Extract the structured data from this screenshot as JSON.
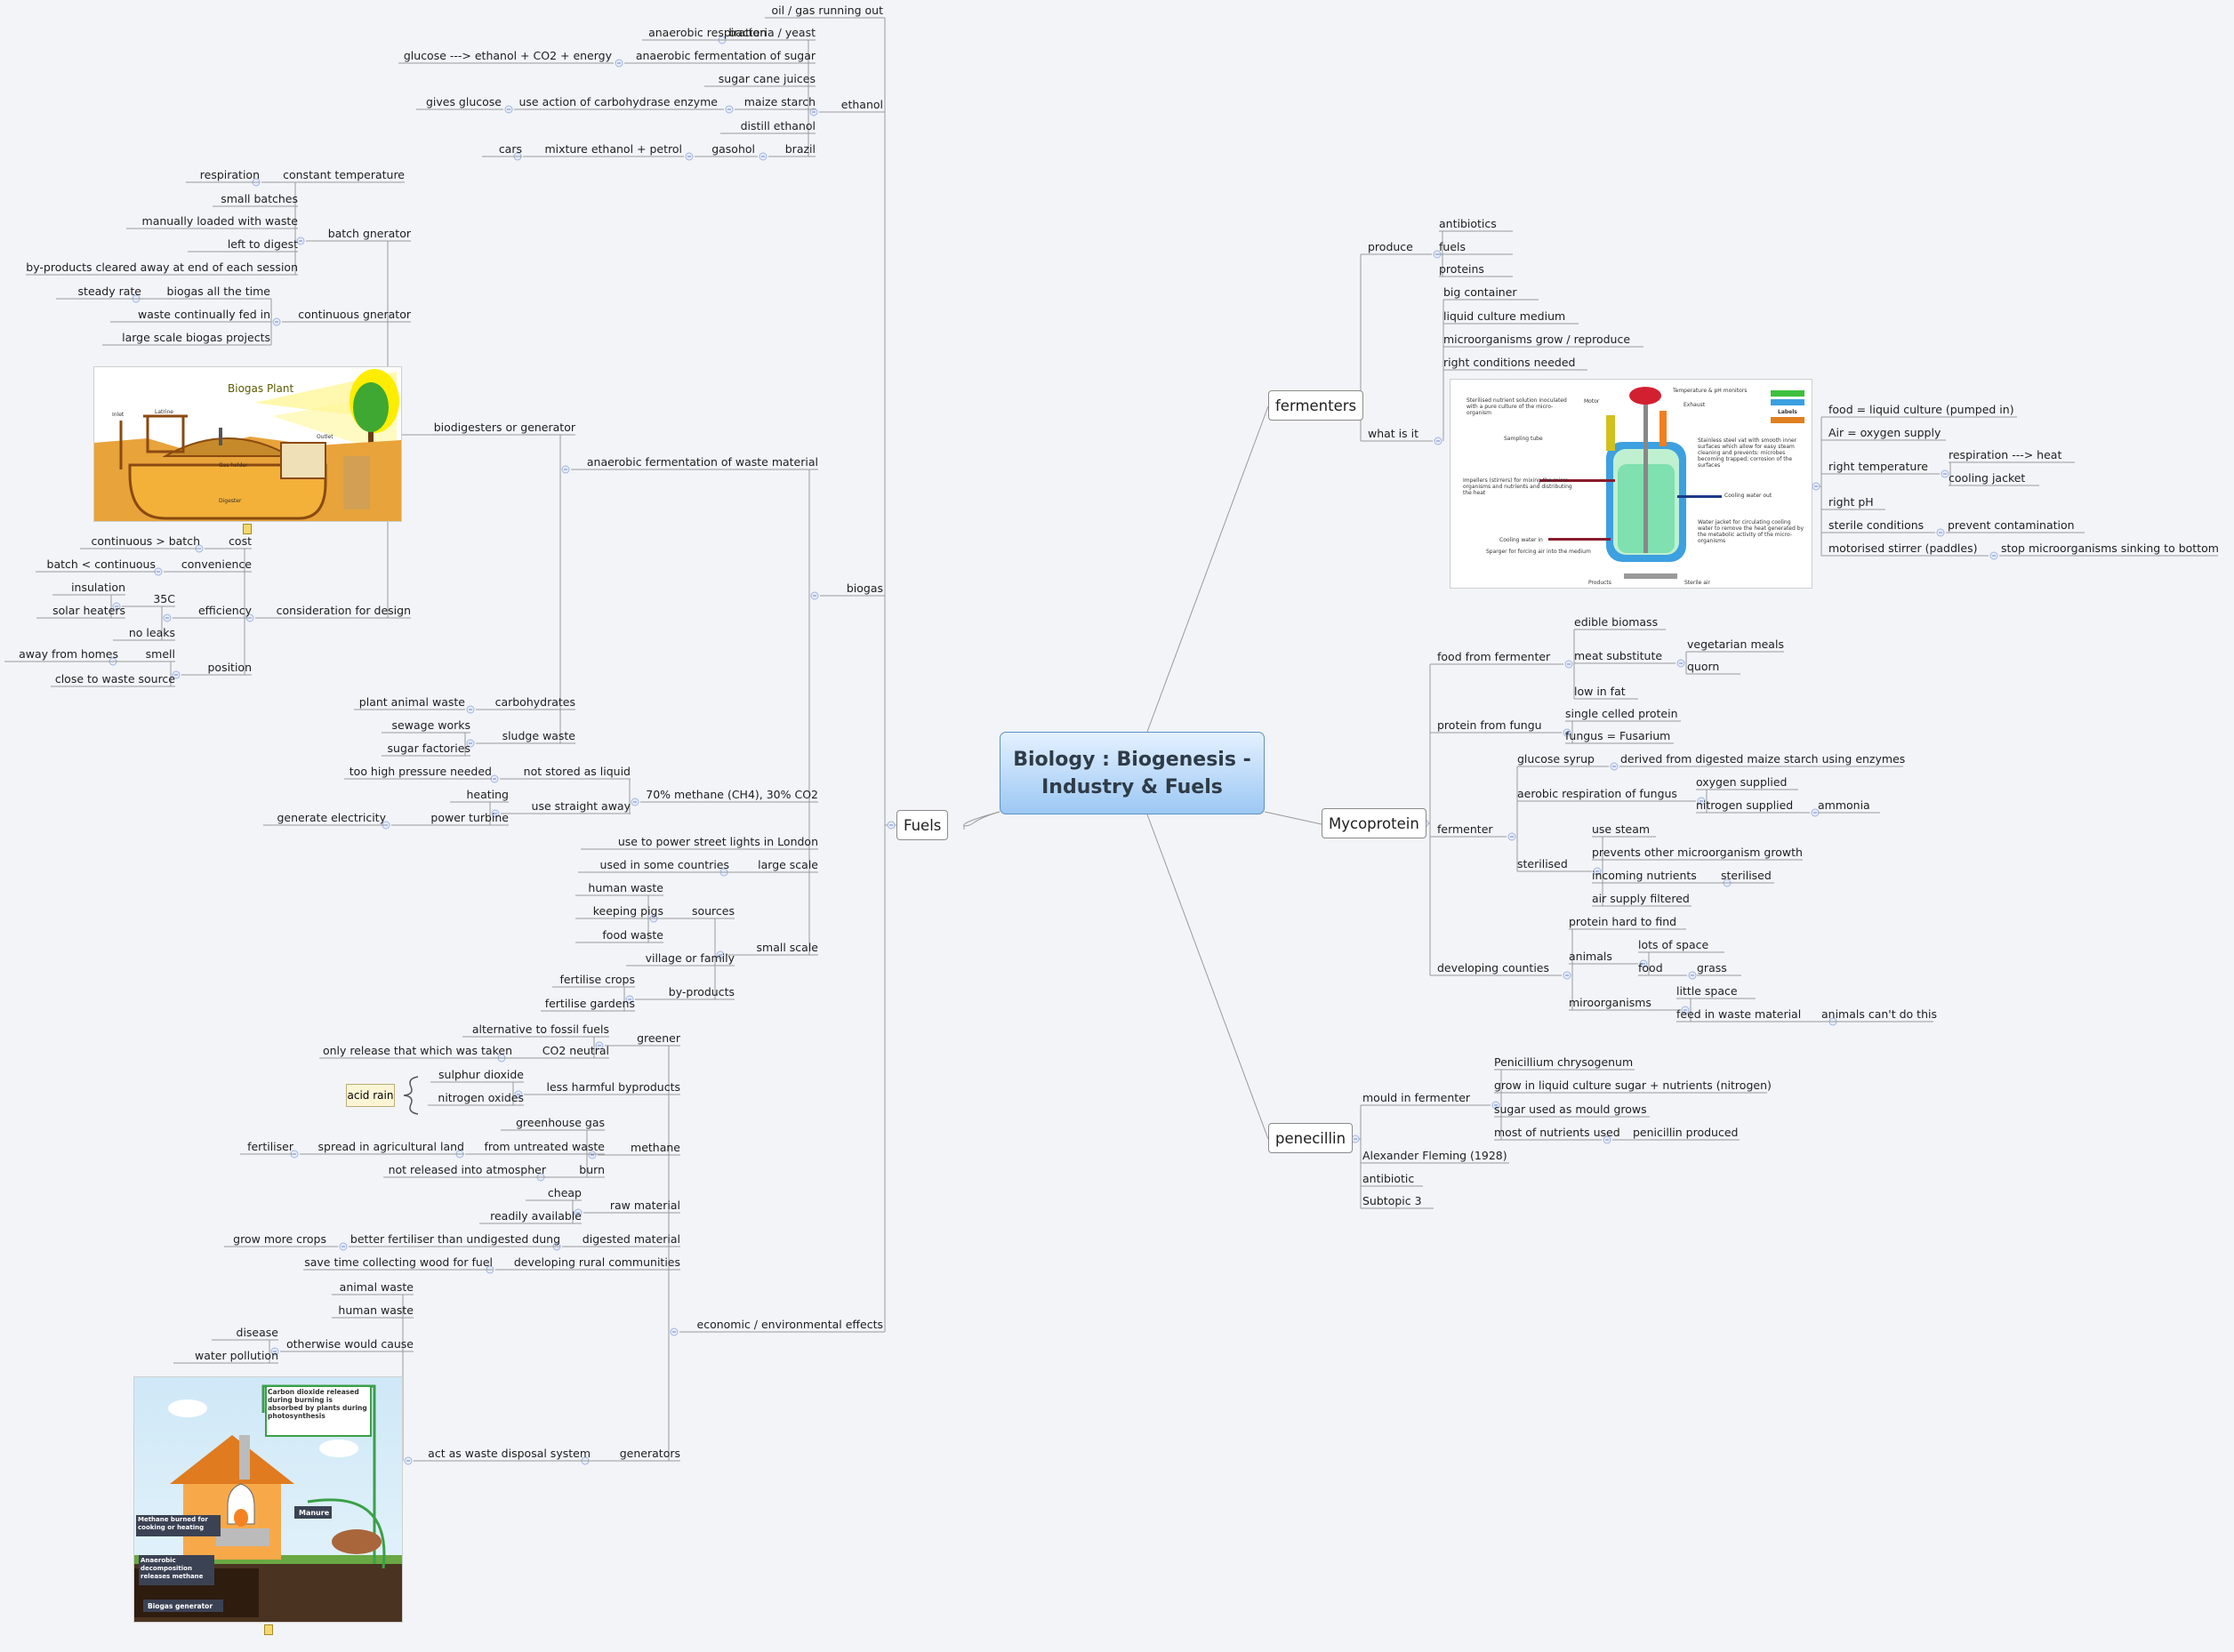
{
  "central": {
    "line1": "Biology : Biogenesis -",
    "line2": "Industry & Fuels"
  },
  "branches": {
    "fuels": "Fuels",
    "fermenters": "fermenters",
    "mycoprotein": "Mycoprotein",
    "penicillin": "penecillin"
  },
  "fuels": {
    "oil": "oil / gas running out",
    "bacteria": "bacteria / yeast",
    "anaerobic_resp": "anaerobic respiration",
    "anaerobic_ferm_sugar": "anaerobic fermentation of sugar",
    "glucose_eq": "glucose ---> ethanol + CO2 + energy",
    "sugar_cane": "sugar cane juices",
    "maize": "maize starch",
    "carbohydrase": "use action of carbohydrase enzyme",
    "gives_glucose": "gives glucose",
    "distill": "distill ethanol",
    "brazil": "brazil",
    "gasohol": "gasohol",
    "mixture": "mixture ethanol + petrol",
    "cars": "cars",
    "ethanol": "ethanol",
    "biogas": "biogas",
    "anaerobic_waste": "anaerobic fermentation of waste material",
    "biodigesters": "biodigesters or generator",
    "batch": "batch gnerator",
    "constant_temp": "constant temperature",
    "respiration": "respiration",
    "small_batches": "small batches",
    "manually": "manually loaded with waste",
    "left_digest": "left to digest",
    "byproducts_cleared": "by-products cleared away at end of each session",
    "continuous": "continuous gnerator",
    "biogas_all": "biogas all the time",
    "steady": "steady rate",
    "waste_fed": "waste continually fed in",
    "large_projects": "large scale biogas projects",
    "plant_title": "Biogas Plant",
    "plant_inlet": "Inlet",
    "plant_latrine": "Latrine",
    "plant_outlet": "Outlet",
    "plant_gasholder": "Gas holder",
    "plant_digester": "Digester",
    "design": "consideration for design",
    "cost": "cost",
    "cont_batch": "continuous > batch",
    "convenience": "convenience",
    "batch_cont": "batch < continuous",
    "efficiency": "efficiency",
    "c35": "35C",
    "insulation": "insulation",
    "solar": "solar heaters",
    "no_leaks": "no leaks",
    "position": "position",
    "smell": "smell",
    "away_homes": "away from homes",
    "close_waste": "close to waste source",
    "carbohydrates": "carbohydrates",
    "plant_animal": "plant animal waste",
    "sludge": "sludge waste",
    "sewage": "sewage works",
    "sugar_factories": "sugar factories",
    "methane70": "70% methane (CH4), 30% CO2",
    "not_liquid": "not stored as liquid",
    "too_high": "too high pressure needed",
    "straight_away": "use straight away",
    "heating": "heating",
    "power_turbine": "power turbine",
    "electricity": "generate electricity",
    "street_lights": "use to power street lights in London",
    "large_scale": "large scale",
    "some_countries": "used in some countries",
    "small_scale": "small scale",
    "sources": "sources",
    "human_waste": "human waste",
    "keeping_pigs": "keeping pigs",
    "food_waste": "food waste",
    "village": "village or family",
    "byproducts": "by-products",
    "fert_crops": "fertilise crops",
    "fert_gardens": "fertilise gardens",
    "econ": "economic / environmental effects",
    "greener": "greener",
    "alt_fossil": "alternative to fossil fuels",
    "co2_neutral": "CO2 neutral",
    "only_release": "only release that which was taken",
    "less_harmful": "less harmful byproducts",
    "sulphur": "sulphur dioxide",
    "nitrogen_ox": "nitrogen oxides",
    "acid_rain": "acid rain",
    "methane": "methane",
    "greenhouse": "greenhouse gas",
    "untreated": "from untreated waste",
    "spread": "spread in agricultural land",
    "fertiliser": "fertiliser",
    "burn": "burn",
    "not_released": "not released into atmospher",
    "raw_material": "raw material",
    "cheap": "cheap",
    "readily": "readily available",
    "digested": "digested material",
    "better_fert": "better fertiliser than undigested dung",
    "grow_crops": "grow more crops",
    "rural": "developing rural communities",
    "save_time": "save time collecting wood for fuel",
    "generators": "generators",
    "waste_disposal": "act as waste disposal system",
    "animal_waste": "animal waste",
    "human_waste2": "human waste",
    "otherwise": "otherwise would cause",
    "disease": "disease",
    "water_pollution": "water pollution",
    "img_co2": "Carbon dioxide released during burning is absorbed by plants during photosynthesis",
    "img_methane": "Methane burned for cooking or heating",
    "img_manure": "Manure",
    "img_anaerobic": "Anaerobic decomposition releases methane",
    "img_generator": "Biogas generator"
  },
  "fermenters": {
    "produce": "produce",
    "antibiotics": "antibiotics",
    "fuels": "fuels",
    "proteins": "proteins",
    "what_is_it": "what is it",
    "big_container": "big container",
    "liquid_medium": "liquid culture medium",
    "grow_reproduce": "microorganisms grow /  reproduce",
    "right_conditions": "right conditions needed",
    "food": "food = liquid culture (pumped in)",
    "air": "Air = oxygen supply",
    "right_temp": "right temperature",
    "resp_heat": "respiration ---> heat",
    "cooling": "cooling jacket",
    "right_ph": "right pH",
    "sterile": "sterile conditions",
    "prevent": "prevent contamination",
    "motorised": "motorised stirrer (paddles)",
    "stop_sinking": "stop microorganisms sinking to bottom",
    "img_sterilised": "Sterilised nutrient solution inoculated with a pure culture of the micro-organism",
    "img_motor": "Motor",
    "img_temp": "Temperature & pH monitors",
    "img_exhaust": "Exhaust",
    "img_sampling": "Sampling tube",
    "img_stainless": "Stainless steel vat with smooth inner surfaces which allow for easy steam cleaning and prevents: microbes becoming trapped; corrosion of the surfaces",
    "img_impellers": "Impellers (stirrers) for mixing the micro-organisms and nutrients and distributing the heat",
    "img_cooling_out": "Cooling water out",
    "img_water_jacket": "Water jacket for circulating cooling water to remove the heat generated by the metabolic activity of the micro-organisms",
    "img_cooling_in": "Cooling water in",
    "img_sparger": "Sparger for forcing air into the medium",
    "img_products": "Products",
    "img_sterile_air": "Sterile air",
    "img_labels": "Labels"
  },
  "mycoprotein": {
    "food_from_fermenter": "food from fermenter",
    "edible": "edible biomass",
    "meat_sub": "meat substitute",
    "veg_meals": "vegetarian meals",
    "quorn": "quorn",
    "low_fat": "low in fat",
    "protein_fungu": "protein from fungu",
    "single_cell": "single celled protein",
    "fusarium": "fungus = Fusarium",
    "fermenter": "fermenter",
    "glucose_syrup": "glucose syrup",
    "derived": "derived from digested maize starch using enzymes",
    "aerobic": "aerobic respiration of fungus",
    "oxygen": "oxygen supplied",
    "nitrogen": "nitrogen supplied",
    "ammonia": "ammonia",
    "sterilised": "sterilised",
    "use_steam": "use steam",
    "prevents_other": "prevents other microorganism growth",
    "incoming": "incoming nutrients",
    "sterilised2": "sterilised",
    "air_filtered": "air supply filtered",
    "developing": "developing counties",
    "protein_hard": "protein hard to find",
    "animals": "animals",
    "lots_space": "lots of space",
    "food": "food",
    "grass": "grass",
    "microorganisms": "miroorganisms",
    "little_space": "little space",
    "feed_waste": "feed in waste material",
    "animals_cant": "animals can't do this"
  },
  "penicillin": {
    "mould": "mould in fermenter",
    "chrysogenum": "Penicillium chrysogenum",
    "grow_liquid": "grow in liquid culture sugar + nutrients (nitrogen)",
    "sugar_used": "sugar used as mould grows",
    "most_nutrients": "most of nutrients used",
    "produced": "penicillin produced",
    "fleming": "Alexander Fleming (1928)",
    "antibiotic": "antibiotic",
    "subtopic": "Subtopic 3"
  }
}
